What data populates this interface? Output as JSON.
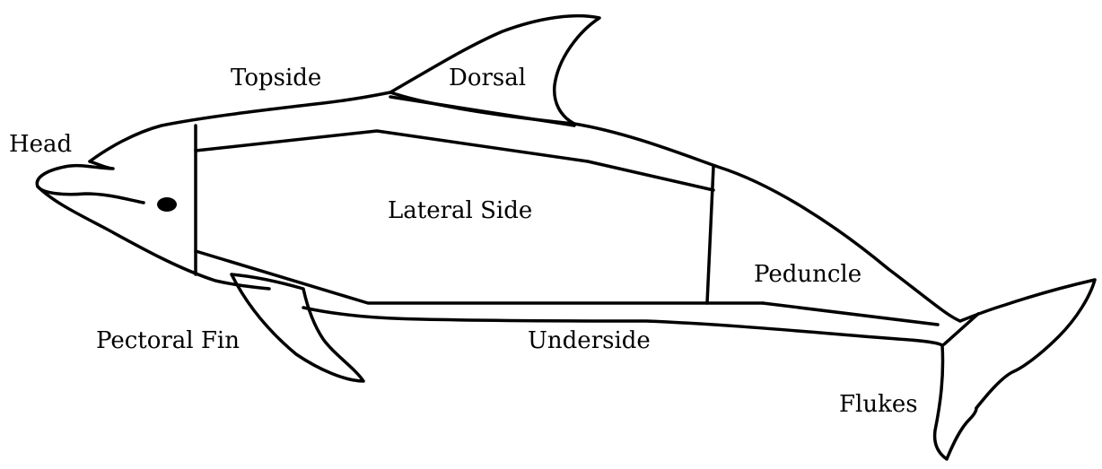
{
  "diagram": {
    "labels": {
      "head": "Head",
      "topside": "Topside",
      "dorsal": "Dorsal",
      "lateral_side": "Lateral Side",
      "peduncle": "Peduncle",
      "pectoral_fin": "Pectoral Fin",
      "underside": "Underside",
      "flukes": "Flukes"
    },
    "colors": {
      "stroke": "#000000",
      "background": "#ffffff"
    }
  }
}
